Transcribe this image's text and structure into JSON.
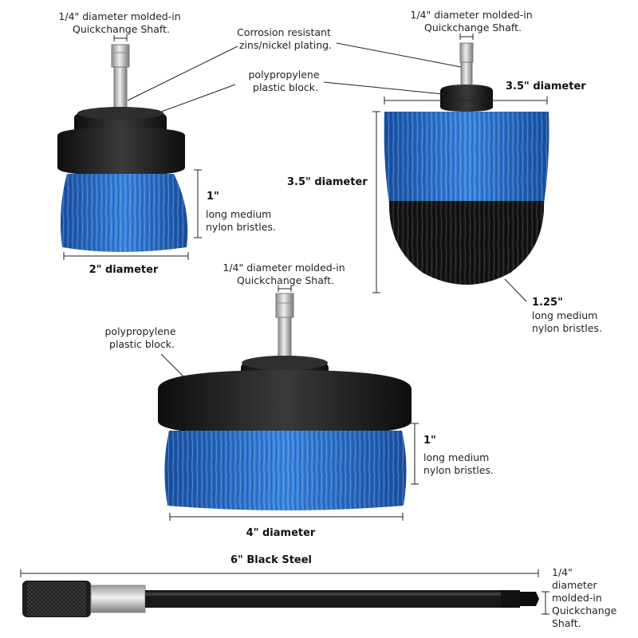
{
  "colors": {
    "bristle_blue": "#2a6fc4",
    "bristle_black": "#1a1a1a",
    "block_black": "#1c1c1c",
    "shaft_steel": "#c9c9c9"
  },
  "brush_2in": {
    "shaft_label": [
      "1/4\" diameter molded-in",
      "Quickchange Shaft."
    ],
    "block_label": [
      "polypropylene",
      "plastic block."
    ],
    "bristle_value": "1\"",
    "bristle_label": [
      "long medium",
      "nylon bristles."
    ],
    "diameter_label": "2\" diameter"
  },
  "brush_corner": {
    "shaft_label": [
      "1/4\" diameter molded-in",
      "Quickchange Shaft."
    ],
    "plating_label": [
      "Corrosion resistant",
      "zins/nickel plating."
    ],
    "width_label": "3.5\"  diameter",
    "height_label": "3.5\" diameter",
    "bristle_value": "1.25\"",
    "bristle_label": [
      "long medium",
      "nylon bristles."
    ]
  },
  "brush_4in": {
    "shaft_label": [
      "1/4\" diameter molded-in",
      "Quickchange Shaft."
    ],
    "block_label": [
      "polypropylene",
      "plastic block."
    ],
    "bristle_value": "1\"",
    "bristle_label": [
      "long medium",
      "nylon bristles."
    ],
    "diameter_label": "4\" diameter"
  },
  "extension": {
    "length_label": "6\" Black Steel",
    "shaft_label": [
      "1/4\"",
      "diameter",
      "molded-in",
      "Quickchange",
      "Shaft."
    ]
  }
}
